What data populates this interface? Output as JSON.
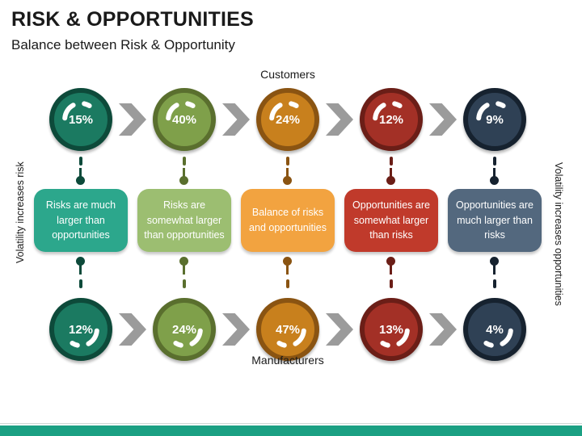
{
  "slide": {
    "title": "RISK & OPPORTUNITIES",
    "subtitle": "Balance between Risk & Opportunity",
    "top_group_label": "Customers",
    "bottom_group_label": "Manufacturers",
    "left_axis_label": "Volatility increases risk",
    "right_axis_label": "Volatility increases opportunities"
  },
  "columns": [
    {
      "top_value": "15%",
      "bottom_value": "12%",
      "box_text": "Risks are much larger than opportunities",
      "circle_fill": "#1B7A61",
      "circle_ring": "#0D4A3A",
      "box_color": "#2CA78C"
    },
    {
      "top_value": "40%",
      "bottom_value": "24%",
      "box_text": "Risks are somewhat larger than opportunities",
      "circle_fill": "#7FA04A",
      "circle_ring": "#5A6F2E",
      "box_color": "#9CBE71"
    },
    {
      "top_value": "24%",
      "bottom_value": "47%",
      "box_text": "Balance of risks and opportunities",
      "circle_fill": "#C8801D",
      "circle_ring": "#8A5412",
      "box_color": "#F2A340"
    },
    {
      "top_value": "12%",
      "bottom_value": "13%",
      "box_text": "Opportunities are somewhat larger than risks",
      "circle_fill": "#A33026",
      "circle_ring": "#6B1E17",
      "box_color": "#C03A2B"
    },
    {
      "top_value": "9%",
      "bottom_value": "4%",
      "box_text": "Opportunities are much larger than risks",
      "circle_fill": "#2F4155",
      "circle_ring": "#16222F",
      "box_color": "#53687E"
    }
  ],
  "decorations": {
    "arrow_color": "#9B9B9B",
    "footer_bar_color": "#1BA083"
  }
}
